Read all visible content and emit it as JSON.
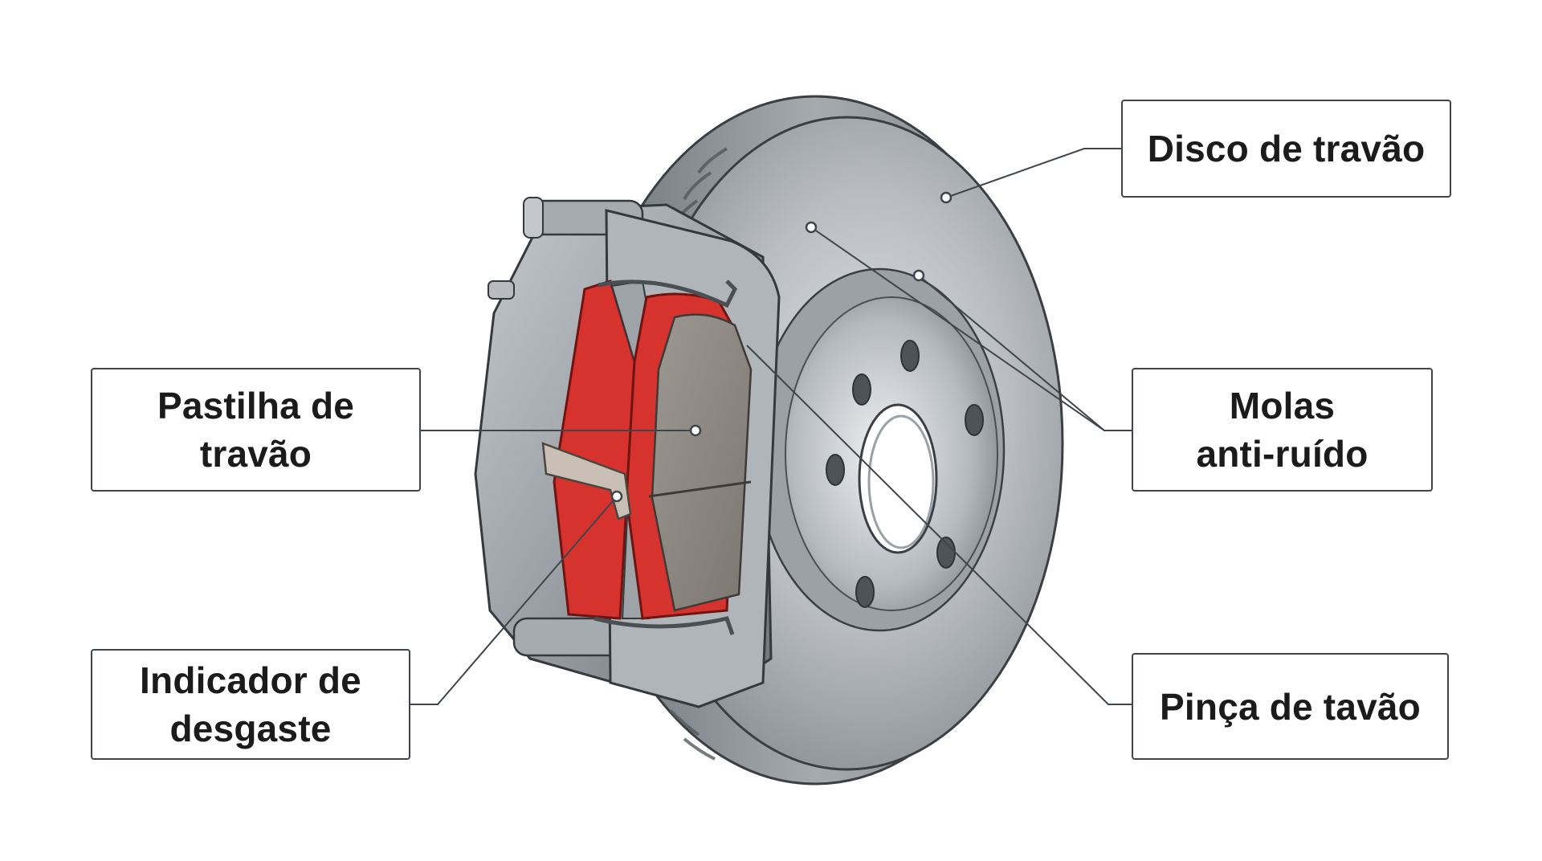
{
  "diagram": {
    "labels": {
      "brake_disc": "Disco de travão",
      "brake_pad": [
        "Pastilha de",
        "travão"
      ],
      "anti_noise_springs": [
        "Molas",
        "anti-ruído"
      ],
      "wear_indicator": [
        "Indicador de",
        "desgaste"
      ],
      "brake_caliper": "Pinça de tavão"
    },
    "colors": {
      "disc_metal": "#a9adb2",
      "caliper_metal": "#9ea3a8",
      "pad_backing_red": "#d6332f",
      "pad_friction": "#8a8580",
      "leader_line": "#3f454b",
      "label_border": "#3f454b"
    }
  }
}
